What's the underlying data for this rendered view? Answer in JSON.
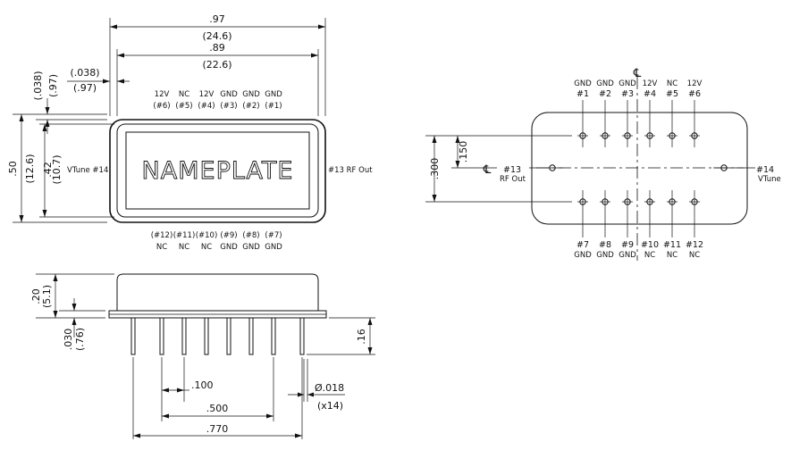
{
  "top_view": {
    "dims": {
      "overall_width_in": ".97",
      "overall_width_mm": "(24.6)",
      "inner_width_in": ".89",
      "inner_width_mm": "(22.6)",
      "edge_offset_in": "(.038)",
      "edge_offset_mm": "(.97)",
      "edge_offset_in_v": "(.038)",
      "edge_offset_mm_v": "(.97)",
      "overall_height_in": ".50",
      "overall_height_mm": "(12.6)",
      "inner_height_in": ".42",
      "inner_height_mm": "(10.7)"
    },
    "nameplate": "NAMEPLATE",
    "left_label": "VTune #14",
    "right_label": "#13 RF Out",
    "top_pins": [
      {
        "func": "12V",
        "num": "(#6)"
      },
      {
        "func": "NC",
        "num": "(#5)"
      },
      {
        "func": "12V",
        "num": "(#4)"
      },
      {
        "func": "GND",
        "num": "(#3)"
      },
      {
        "func": "GND",
        "num": "(#2)"
      },
      {
        "func": "GND",
        "num": "(#1)"
      }
    ],
    "bottom_pins": [
      {
        "num": "(#12)",
        "func": "NC"
      },
      {
        "num": "(#11)",
        "func": "NC"
      },
      {
        "num": "(#10)",
        "func": "NC"
      },
      {
        "num": "(#9)",
        "func": "GND"
      },
      {
        "num": "(#8)",
        "func": "GND"
      },
      {
        "num": "(#7)",
        "func": "GND"
      }
    ]
  },
  "side_view": {
    "height_in": ".20",
    "height_mm": "(5.1)",
    "flange_in": ".030",
    "flange_mm": "(.76)",
    "lead_len": ".16",
    "pitch": ".100",
    "span_500": ".500",
    "span_770": ".770",
    "dia": "Ø.018",
    "qty": "(x14)"
  },
  "bottom_view": {
    "top_pins": [
      {
        "func": "GND",
        "num": "#1"
      },
      {
        "func": "GND",
        "num": "#2"
      },
      {
        "func": "GND",
        "num": "#3"
      },
      {
        "func": "12V",
        "num": "#4"
      },
      {
        "func": "NC",
        "num": "#5"
      },
      {
        "func": "12V",
        "num": "#6"
      }
    ],
    "bottom_pins": [
      {
        "num": "#7",
        "func": "GND"
      },
      {
        "num": "#8",
        "func": "GND"
      },
      {
        "num": "#9",
        "func": "GND"
      },
      {
        "num": "#10",
        "func": "NC"
      },
      {
        "num": "#11",
        "func": "NC"
      },
      {
        "num": "#12",
        "func": "NC"
      }
    ],
    "left_pin_num": "#13",
    "left_pin_func": "RF Out",
    "right_pin_num": "#14",
    "right_pin_func": "VTune",
    "dim_300": ".300",
    "dim_150": ".150",
    "centerline_symbol": "℄"
  }
}
